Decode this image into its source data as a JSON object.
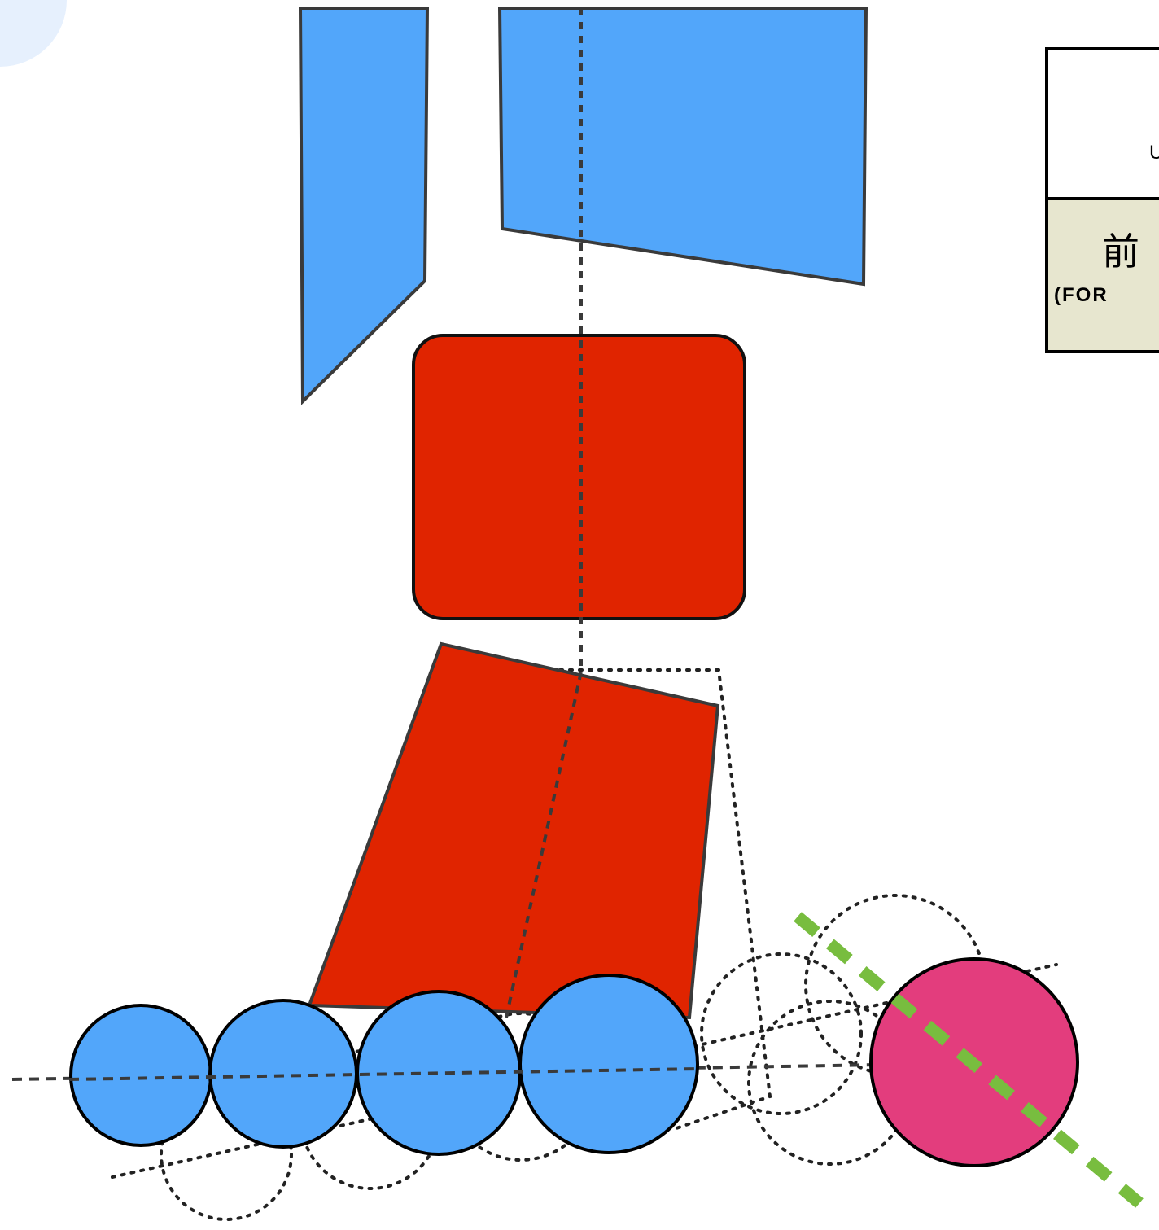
{
  "legend": {
    "top_text": "U",
    "bottom_cjk": "前",
    "bottom_en": "(FOR"
  },
  "colors": {
    "blue": "#52a6fa",
    "red": "#e02400",
    "pink": "#e33d7d",
    "green_dash": "#78bd3f",
    "legend_fill": "#e7e6cf",
    "corner_circle": "#e6f0fd"
  }
}
